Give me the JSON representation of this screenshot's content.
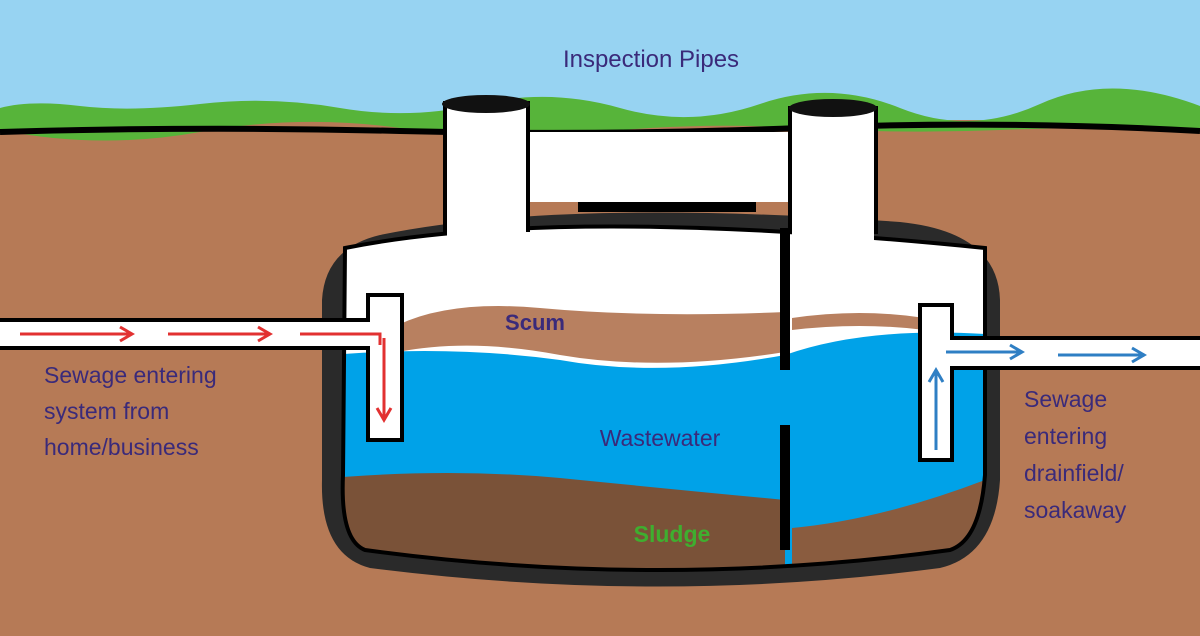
{
  "labels": {
    "inspection_pipes": "Inspection Pipes",
    "scum": "Scum",
    "wastewater": "Wastewater",
    "sludge": "Sludge",
    "inlet": [
      "Sewage entering",
      "system from",
      "home/business"
    ],
    "outlet": [
      "Sewage",
      "entering",
      "drainfield/",
      "soakaway"
    ]
  },
  "colors": {
    "sky": "#97d3f2",
    "grass": "#57b43a",
    "soil": "#b67a56",
    "water": "#00a2e8",
    "scum": "#b88060",
    "sludge": "#7a5238",
    "inlet_arrow": "#e23131",
    "outlet_arrow": "#2f7fc4",
    "label_text": "#3a2a7a",
    "sludge_text": "#3fae2f"
  }
}
